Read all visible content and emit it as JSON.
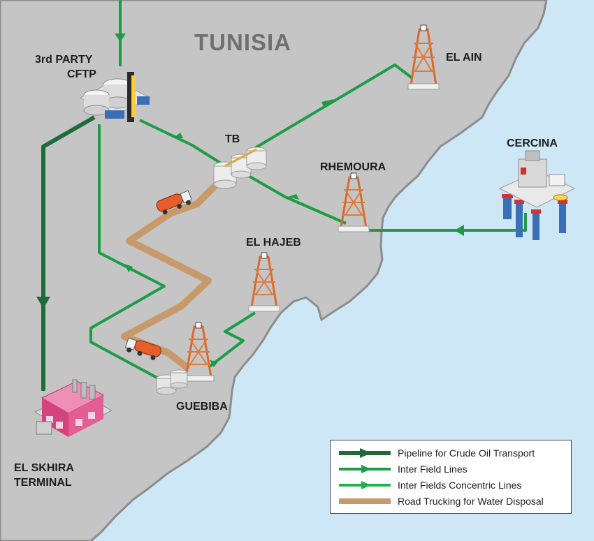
{
  "map": {
    "country_label": "TUNISIA",
    "colors": {
      "sea": "#cde7f6",
      "land": "#c5c5c5",
      "coast_shadow": "#8c8c8c",
      "crude_pipeline": "#1f6b3a",
      "inter_field": "#1c9c45",
      "concentric": "#22b04f",
      "trucking": "#c79a6c"
    },
    "sites": [
      {
        "id": "third-party-cftp",
        "label_line1": "3rd PARTY",
        "label_line2": "CFTP",
        "icon": "processing-plant-icon"
      },
      {
        "id": "el-ain",
        "label": "EL AIN",
        "icon": "oil-derrick-icon"
      },
      {
        "id": "tb",
        "label": "TB",
        "icon": "storage-tanks-icon"
      },
      {
        "id": "rhemoura",
        "label": "RHEMOURA",
        "icon": "oil-derrick-icon"
      },
      {
        "id": "cercina",
        "label": "CERCINA",
        "icon": "offshore-platform-icon"
      },
      {
        "id": "el-hajeb",
        "label": "EL HAJEB",
        "icon": "oil-derrick-icon"
      },
      {
        "id": "guebiba",
        "label": "GUEBIBA",
        "icon": "oil-derrick-icon"
      },
      {
        "id": "el-skhira-terminal",
        "label_line1": "EL SKHIRA",
        "label_line2": "TERMINAL",
        "icon": "terminal-refinery-icon"
      }
    ],
    "vehicles": [
      {
        "id": "truck-north",
        "icon": "tanker-truck-icon"
      },
      {
        "id": "truck-south",
        "icon": "tanker-truck-icon"
      }
    ]
  },
  "legend": {
    "items": [
      {
        "label": "Pipeline for Crude Oil Transport",
        "kind": "crude_pipeline"
      },
      {
        "label": "Inter Field Lines",
        "kind": "inter_field"
      },
      {
        "label": "Inter Fields Concentric Lines",
        "kind": "concentric"
      },
      {
        "label": "Road Trucking for Water Disposal",
        "kind": "trucking"
      }
    ]
  }
}
